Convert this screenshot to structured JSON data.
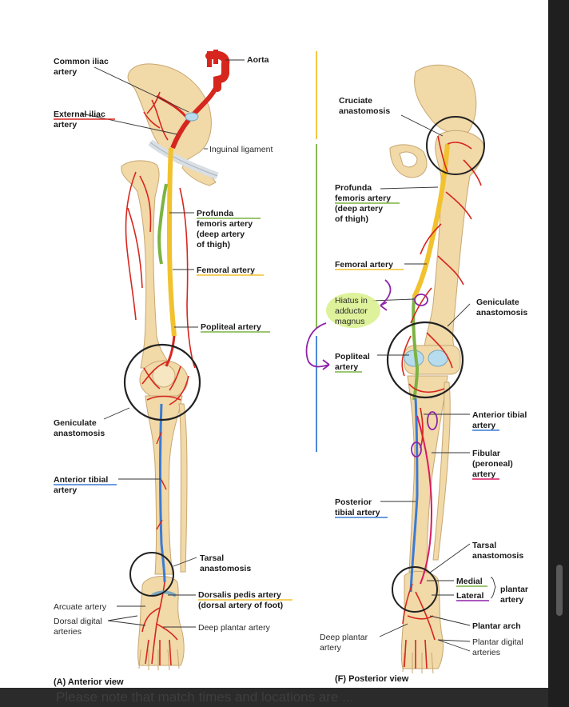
{
  "figure": {
    "anterior": {
      "caption": "(A) Anterior view",
      "labels": {
        "common_iliac": [
          "Common iliac",
          "artery"
        ],
        "aorta": "Aorta",
        "external_iliac": [
          "External iliac",
          "artery"
        ],
        "inguinal_ligament": "Inguinal ligament",
        "profunda": [
          "Profunda",
          "femoris artery",
          "(deep artery",
          "of thigh)"
        ],
        "femoral": "Femoral artery",
        "popliteal": "Popliteal artery",
        "geniculate": [
          "Geniculate",
          "anastomosis"
        ],
        "anterior_tibial": [
          "Anterior tibial",
          "artery"
        ],
        "tarsal": [
          "Tarsal",
          "anastomosis"
        ],
        "arcuate": "Arcuate artery",
        "dorsalis_pedis": [
          "Dorsalis pedis artery",
          "(dorsal artery of foot)"
        ],
        "dorsal_digital": [
          "Dorsal digital",
          "arteries"
        ],
        "deep_plantar": "Deep plantar artery"
      }
    },
    "posterior": {
      "caption": "(F) Posterior view",
      "labels": {
        "cruciate": [
          "Cruciate",
          "anastomosis"
        ],
        "profunda": [
          "Profunda",
          "femoris artery",
          "(deep artery",
          "of thigh)"
        ],
        "femoral": "Femoral artery",
        "hiatus": [
          "Hiatus in",
          "adductor",
          "magnus"
        ],
        "popliteal": [
          "Popliteal",
          "artery"
        ],
        "geniculate": [
          "Geniculate",
          "anastomosis"
        ],
        "anterior_tibial": [
          "Anterior tibial",
          "artery"
        ],
        "fibular": [
          "Fibular",
          "(peroneal)",
          "artery"
        ],
        "posterior_tibial": [
          "Posterior",
          "tibial artery"
        ],
        "tarsal": [
          "Tarsal",
          "anastomosis"
        ],
        "medial": "Medial",
        "lateral": "Lateral",
        "plantar_artery": [
          "plantar",
          "artery"
        ],
        "plantar_arch": "Plantar arch",
        "deep_plantar": [
          "Deep plantar",
          "artery"
        ],
        "plantar_digital": [
          "Plantar digital",
          "arteries"
        ]
      }
    }
  },
  "footer_text": "Please note that match times and locations are ...",
  "colors": {
    "bone": "#f1d9a8",
    "bone_edge": "#c8a772",
    "artery": "#d7261e",
    "femoral": "#f2c12e",
    "popliteal": "#7cb342",
    "tibial": "#3a7bd5",
    "fibular": "#d81b60",
    "pen": "#8e24aa",
    "highlight": "#d8f08a"
  }
}
